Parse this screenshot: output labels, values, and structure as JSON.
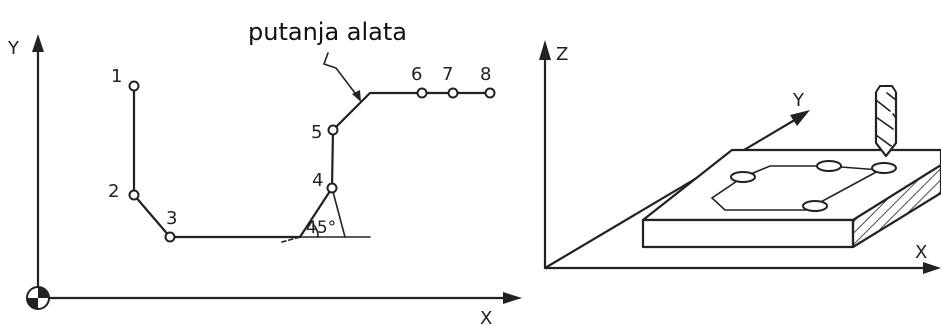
{
  "left_diagram": {
    "caption": "putanja alata",
    "axis_x": "X",
    "axis_y": "Y",
    "angle_label": "45°",
    "points": [
      {
        "label": "1"
      },
      {
        "label": "2"
      },
      {
        "label": "3"
      },
      {
        "label": "4"
      },
      {
        "label": "5"
      },
      {
        "label": "6"
      },
      {
        "label": "7"
      },
      {
        "label": "8"
      }
    ]
  },
  "right_diagram": {
    "axis_x": "X",
    "axis_y": "Y",
    "axis_z": "Z"
  }
}
